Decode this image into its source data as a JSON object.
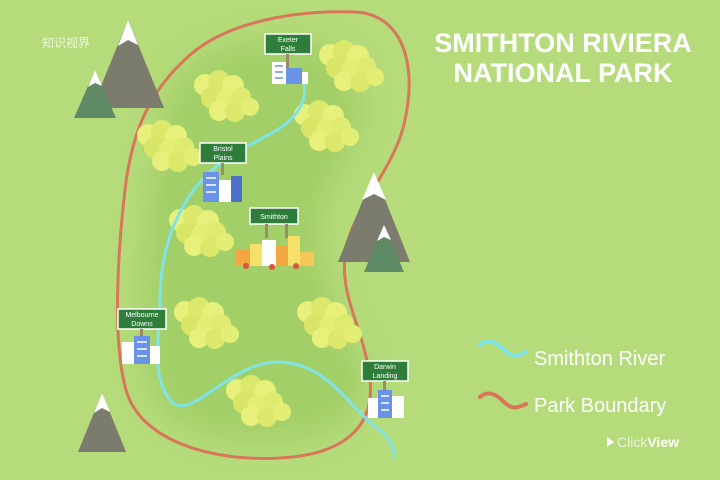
{
  "map": {
    "title_line1": "SMITHTON RIVIERA",
    "title_line2": "NATIONAL PARK",
    "watermark": "知识视界",
    "brand": {
      "prefix": "Click",
      "suffix": "View"
    },
    "places": [
      {
        "id": "exeter-falls",
        "line1": "Exeter",
        "line2": "Falls"
      },
      {
        "id": "bristol-plains",
        "line1": "Bristol",
        "line2": "Plains"
      },
      {
        "id": "smithton",
        "line1": "Smithton",
        "line2": ""
      },
      {
        "id": "melbourne-downs",
        "line1": "Melbourne",
        "line2": "Downs"
      },
      {
        "id": "darwin-landing",
        "line1": "Darwin",
        "line2": "Landing"
      }
    ],
    "legend": [
      {
        "label": "Smithton River",
        "color": "#7fe3e8"
      },
      {
        "label": "Park Boundary",
        "color": "#d9765a"
      }
    ],
    "colors": {
      "grass": "#b5db7a",
      "park_shadow": "#9ec965",
      "river": "#7fe3e8",
      "boundary": "#d9765a",
      "tree": "#e6f07a",
      "sign": "#2f7d3a",
      "mountain": "#7b7b6e",
      "mountain_dark": "#5f8a66"
    }
  }
}
